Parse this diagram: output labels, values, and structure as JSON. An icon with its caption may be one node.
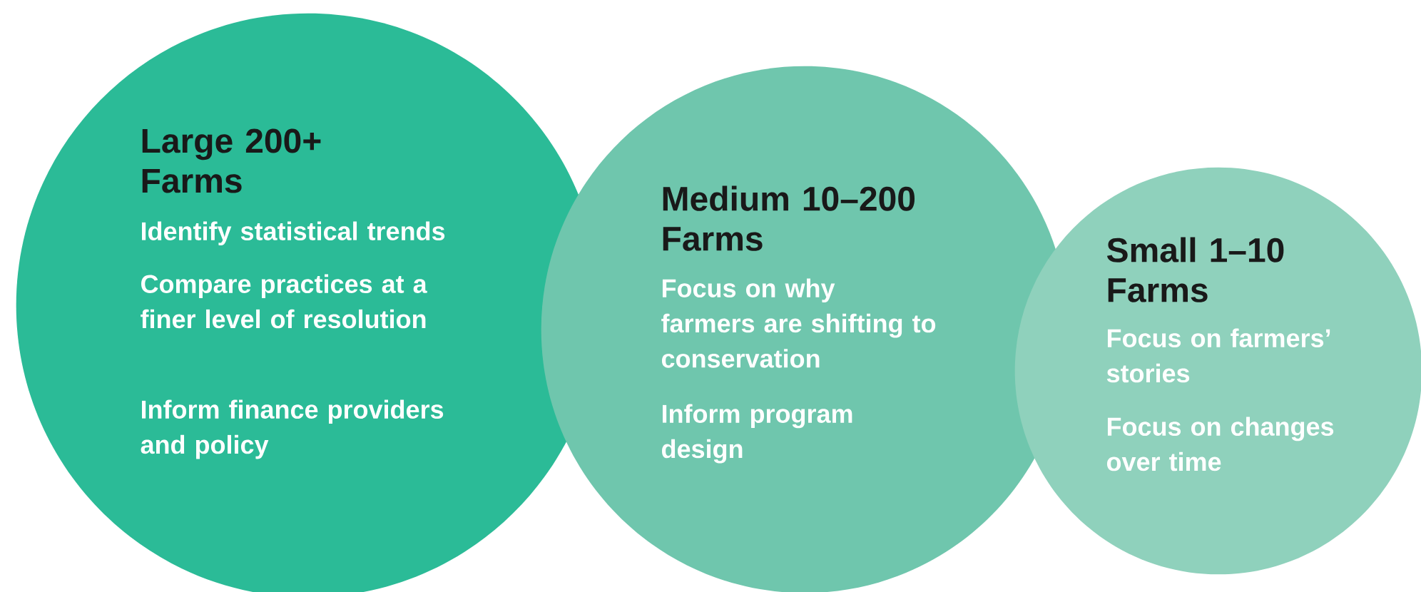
{
  "diagram": {
    "nodes": [
      {
        "text": [
          "Large 200+ Farms",
          "Identify statistical trends",
          "Compare practices at a finer level of resolution",
          "Inform finance providers and policy"
        ]
      },
      {
        "text": [
          "Medium 10–200 Farms",
          "Focus on why farmers are shifting to conservation",
          "Inform program design"
        ]
      },
      {
        "text": [
          "Small 1–10 Farms",
          "Focus on farmers’ stories",
          "Focus on changes over time"
        ]
      }
    ]
  }
}
